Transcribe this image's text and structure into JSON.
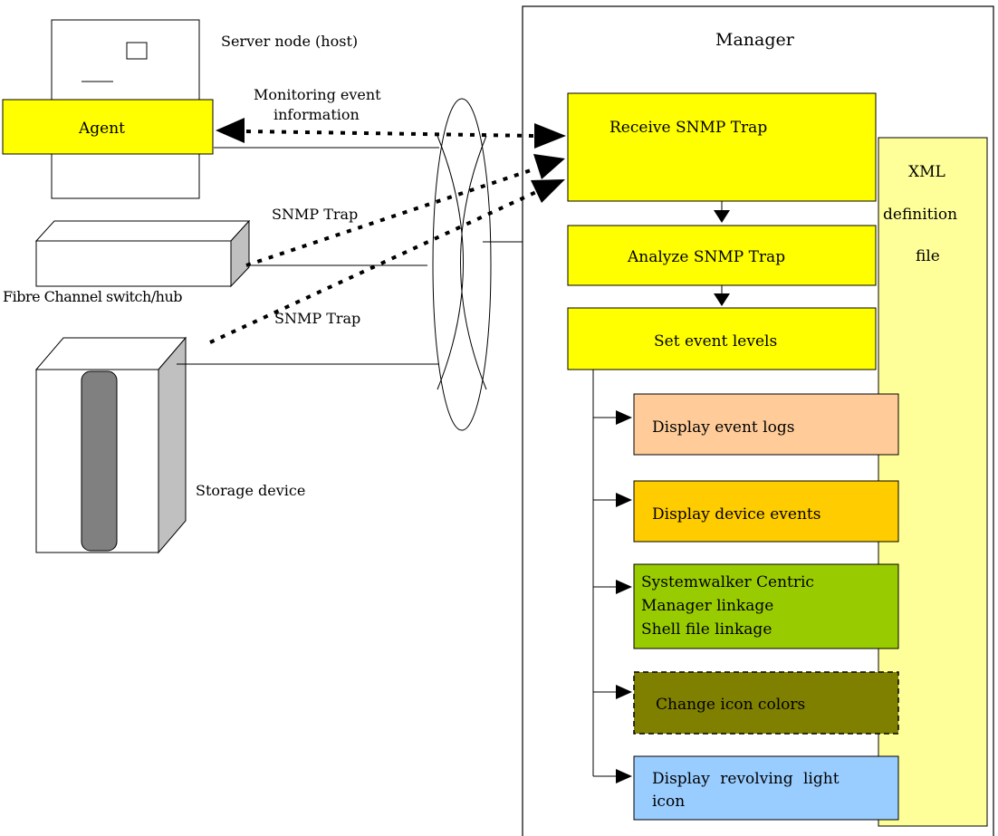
{
  "labels": {
    "server_node": "Server node (host)",
    "agent": "Agent",
    "monitoring_line1": "Monitoring event",
    "monitoring_line2": "information",
    "snmp_trap_1": "SNMP Trap",
    "snmp_trap_2": "SNMP Trap",
    "fc_switch": "Fibre Channel switch/hub",
    "storage_device": "Storage device",
    "manager": "Manager",
    "xml_line1": "XML",
    "xml_line2": "definition",
    "xml_line3": "file"
  },
  "process_boxes": {
    "receive": "Receive SNMP Trap",
    "analyze": "Analyze SNMP Trap",
    "set_levels": "Set event levels"
  },
  "actions": {
    "event_logs": "Display event logs",
    "device_events": "Display device events",
    "centric_line1": "Systemwalker Centric",
    "centric_line2": "Manager linkage",
    "centric_line3": "Shell file linkage",
    "icon_colors": "Change icon colors",
    "revolving_line1": "Display revolving light",
    "revolving_line2": "icon"
  },
  "colors": {
    "yellow": "#ffff00",
    "agent_yellow": "#ffff00",
    "xml_fill": "#ffff99",
    "event_logs": "#ffcc99",
    "device_events": "#ffcc00",
    "centric": "#99cc00",
    "icon_colors": "#808000",
    "revolving": "#99ccff",
    "device_gray": "#c0c0c0",
    "storage_slot": "#808080"
  }
}
